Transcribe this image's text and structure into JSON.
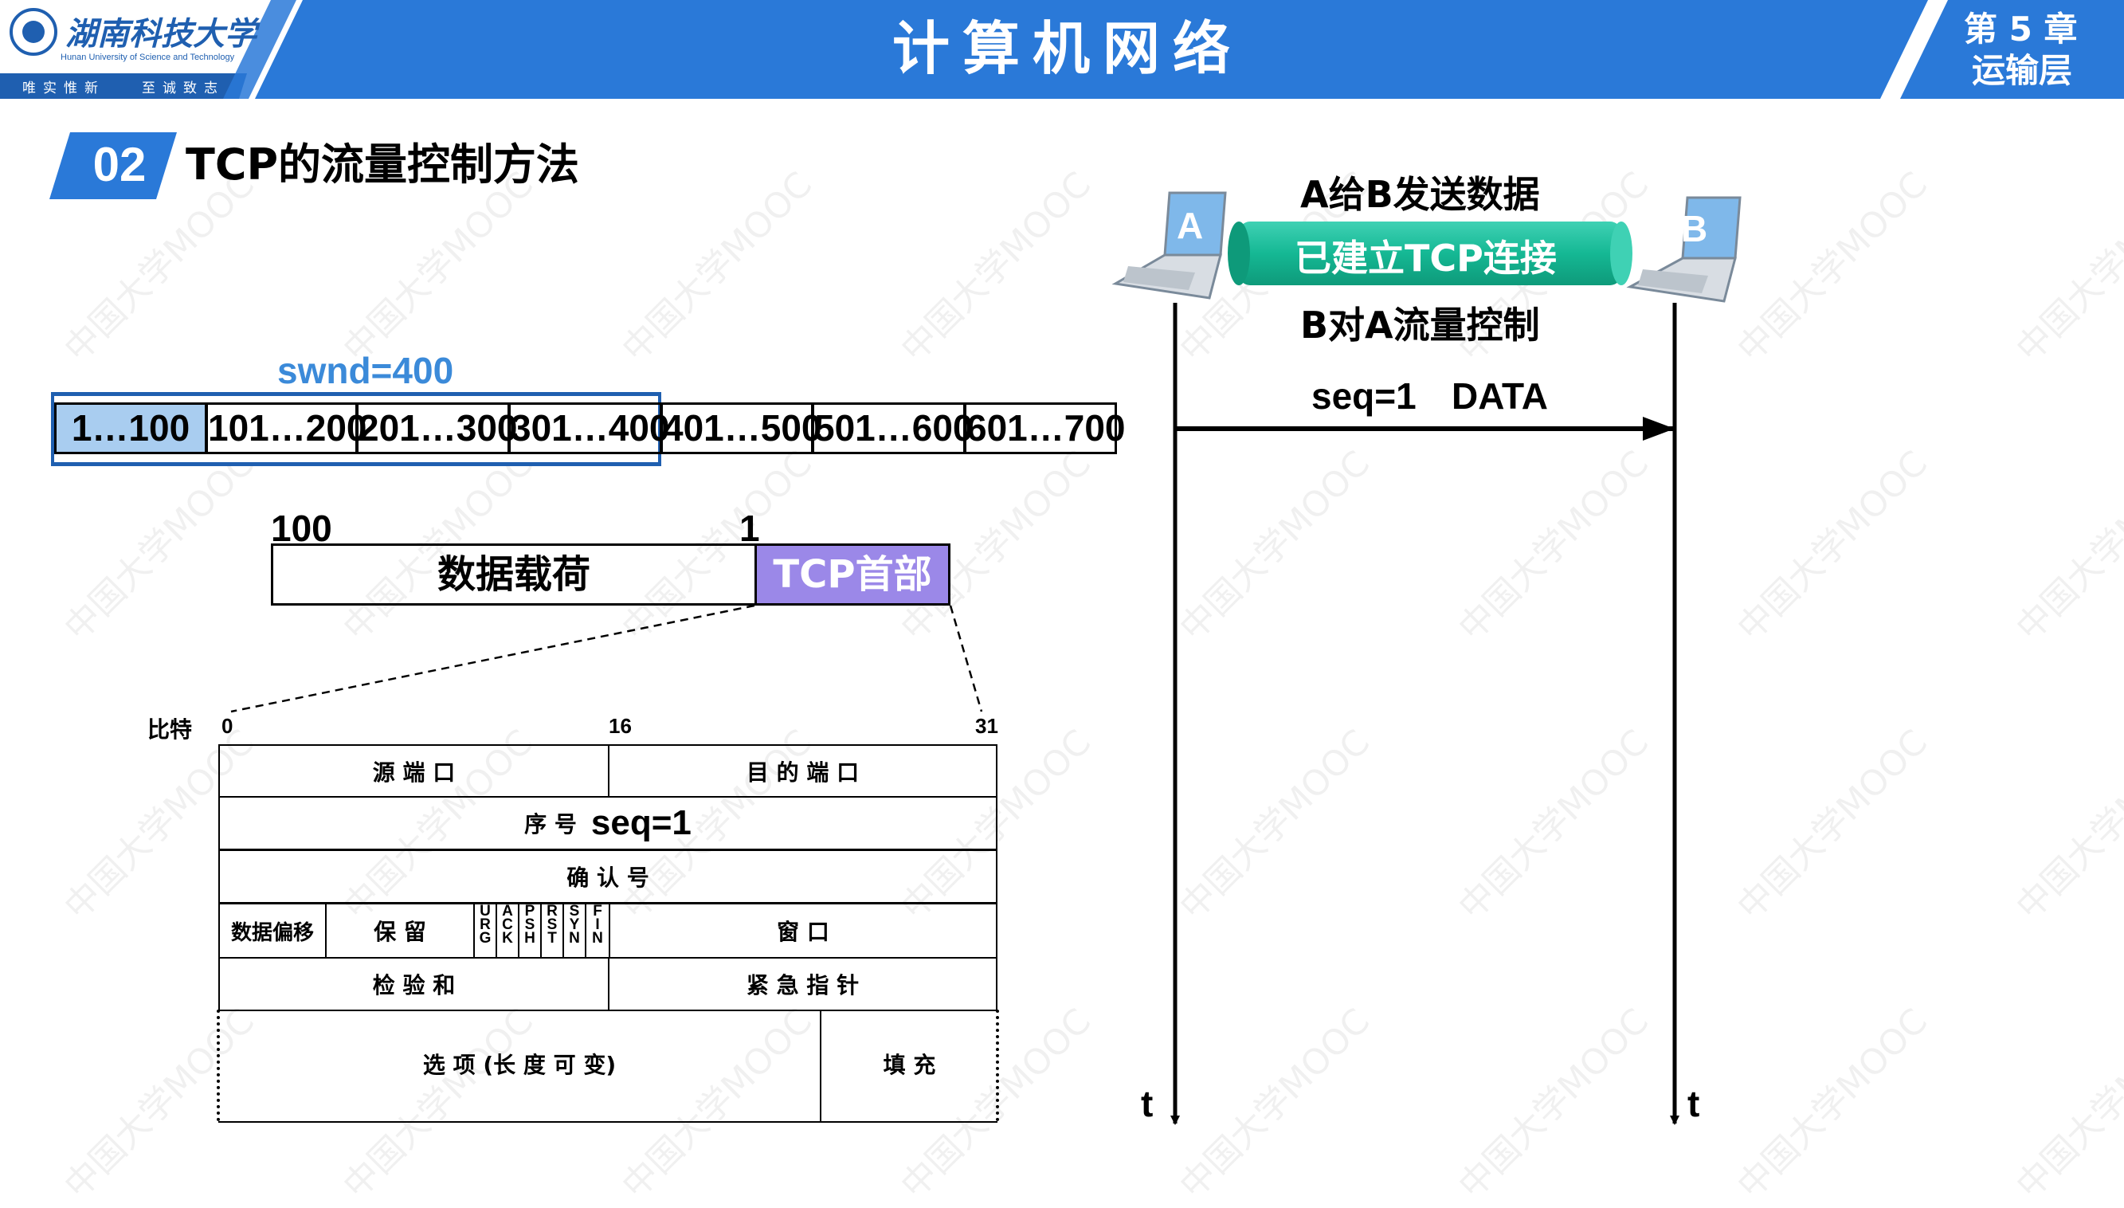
{
  "header": {
    "univ_name": "湖南科技大学",
    "univ_name_en": "Hunan University of Science and Technology",
    "motto_left": "唯实惟新",
    "motto_right": "至诚致志",
    "title": "计算机网络",
    "chapter": "第 5 章",
    "chapter_name": "运输层",
    "color_primary": "#2a79d8"
  },
  "section": {
    "number": "02",
    "title": "TCP的流量控制方法"
  },
  "window": {
    "label": "swnd=400",
    "cells": [
      "1…100",
      "101…200",
      "201…300",
      "301…400",
      "401…500",
      "501…600",
      "601…700"
    ]
  },
  "segment": {
    "num_left": "100",
    "num_right": "1",
    "payload": "数据载荷",
    "header": "TCP首部"
  },
  "tcp_header": {
    "bits_label": "比特",
    "bit0": "0",
    "bit16": "16",
    "bit31": "31",
    "src_port": "源 端 口",
    "dst_port": "目 的 端 口",
    "seq_label": "序 号",
    "seq_value": "seq=1",
    "ack": "确 认 号",
    "offset": "数据偏移",
    "reserved": "保  留",
    "flags": [
      "URG",
      "ACK",
      "PSH",
      "RST",
      "SYN",
      "FIN"
    ],
    "window": "窗  口",
    "checksum": "检 验 和",
    "urgent": "紧 急 指 针",
    "options": "选  项  (长 度 可 变)",
    "padding": "填  充"
  },
  "timeline": {
    "host_a": "A",
    "host_b": "B",
    "caption_top": "A给B发送数据",
    "connection": "已建立TCP连接",
    "caption_bottom": "B对A流量控制",
    "msg_seq": "seq=1",
    "msg_data": "DATA",
    "axis_a": "t",
    "axis_b": "t"
  },
  "watermark": "中国大学MOOC"
}
